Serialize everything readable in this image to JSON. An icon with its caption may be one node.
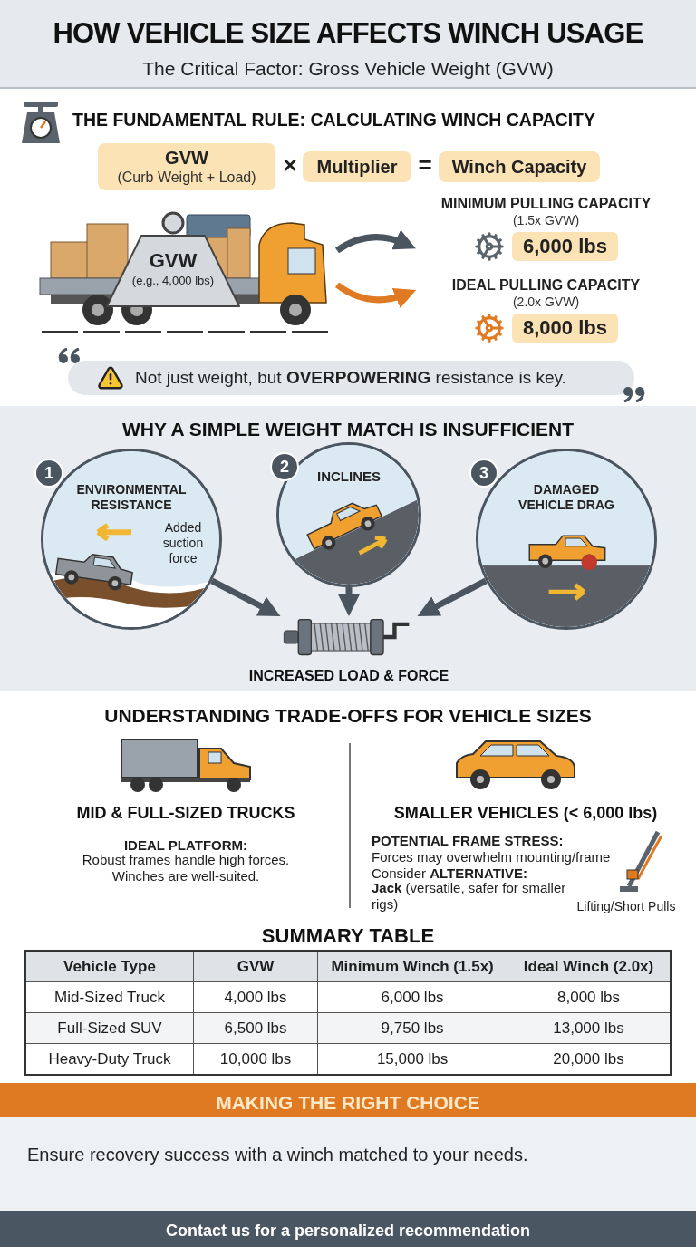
{
  "diagram": {
    "title": "HOW VEHICLE SIZE AFFECTS WINCH USAGE",
    "nodes": [
      {
        "text": [
          "GVW",
          "(Curb Weight + Load)"
        ]
      },
      {
        "text": [
          "Multiplier"
        ]
      },
      {
        "text": [
          "Winch Capacity"
        ]
      },
      {
        "text": [],
        "shape": "picture"
      },
      {
        "text": [
          "GVW",
          "(e.g., 4,000 lbs)"
        ],
        "in": 3
      },
      {
        "text": [
          "MINIMUM PULLING CAPACITY",
          "(1.5x GVW)",
          "6,000 lbs"
        ]
      },
      {
        "text": [
          "IDEAL PULLING CAPACITY",
          "(2.0x GVW)",
          "8,000 lbs"
        ]
      },
      {
        "text": [
          "Not just weight, but **OVERPOWERING** resistance is key."
        ]
      },
      {
        "text": [
          "1",
          "ENVIRONMENTAL RESISTANCE",
          "Added suction force"
        ]
      },
      {
        "text": [
          "2",
          "INCLINES"
        ]
      },
      {
        "text": [
          "3",
          "DAMAGED VEHICLE DRAG"
        ]
      },
      {
        "text": [
          "INCREASED LOAD & FORCE"
        ]
      }
    ],
    "edges": [
      {
        "from": 3,
        "to": 5,
        "arrow": "to"
      },
      {
        "from": 3,
        "to": 6,
        "arrow": "to",
        "color": "#e07a22"
      },
      {
        "from": 8,
        "to": 11,
        "arrow": "to"
      },
      {
        "from": 9,
        "to": 11,
        "arrow": "to"
      },
      {
        "from": 10,
        "to": 11,
        "arrow": "to"
      }
    ],
    "labels": [
      "The Critical Factor: Gross Vehicle Weight (GVW)",
      "THE FUNDAMENTAL RULE: CALCULATING WINCH CAPACITY",
      "×",
      "=",
      "WHY A SIMPLE WEIGHT MATCH IS INSUFFICIENT",
      "UNDERSTANDING TRADE-OFFS FOR VEHICLE SIZES",
      "MID & FULL-SIZED TRUCKS",
      "IDEAL PLATFORM:",
      "Robust frames handle high forces. Winches are well-suited.",
      "SMALLER VEHICLES (< 6,000 lbs)",
      "POTENTIAL FRAME STRESS:",
      "Forces may overwhelm mounting/frame",
      "Consider **ALTERNATIVE:**",
      "**Jack** (versatile, safer for smaller rigs)",
      "Lifting/Short Pulls",
      "SUMMARY TABLE",
      "Vehicle Type",
      "GVW",
      "Minimum Winch (1.5x)",
      "Ideal Winch (2.0x)",
      "Mid-Sized Truck",
      "4,000 lbs",
      "6,000 lbs",
      "8,000 lbs",
      "Full-Sized SUV",
      "6,500 lbs",
      "9,750 lbs",
      "13,000 lbs",
      "Heavy-Duty Truck",
      "10,000 lbs",
      "15,000 lbs",
      "20,000 lbs",
      "MAKING THE RIGHT CHOICE",
      "Ensure recovery success with a winch matched to your needs.",
      "Contact us for a personalized recommendation"
    ]
  }
}
